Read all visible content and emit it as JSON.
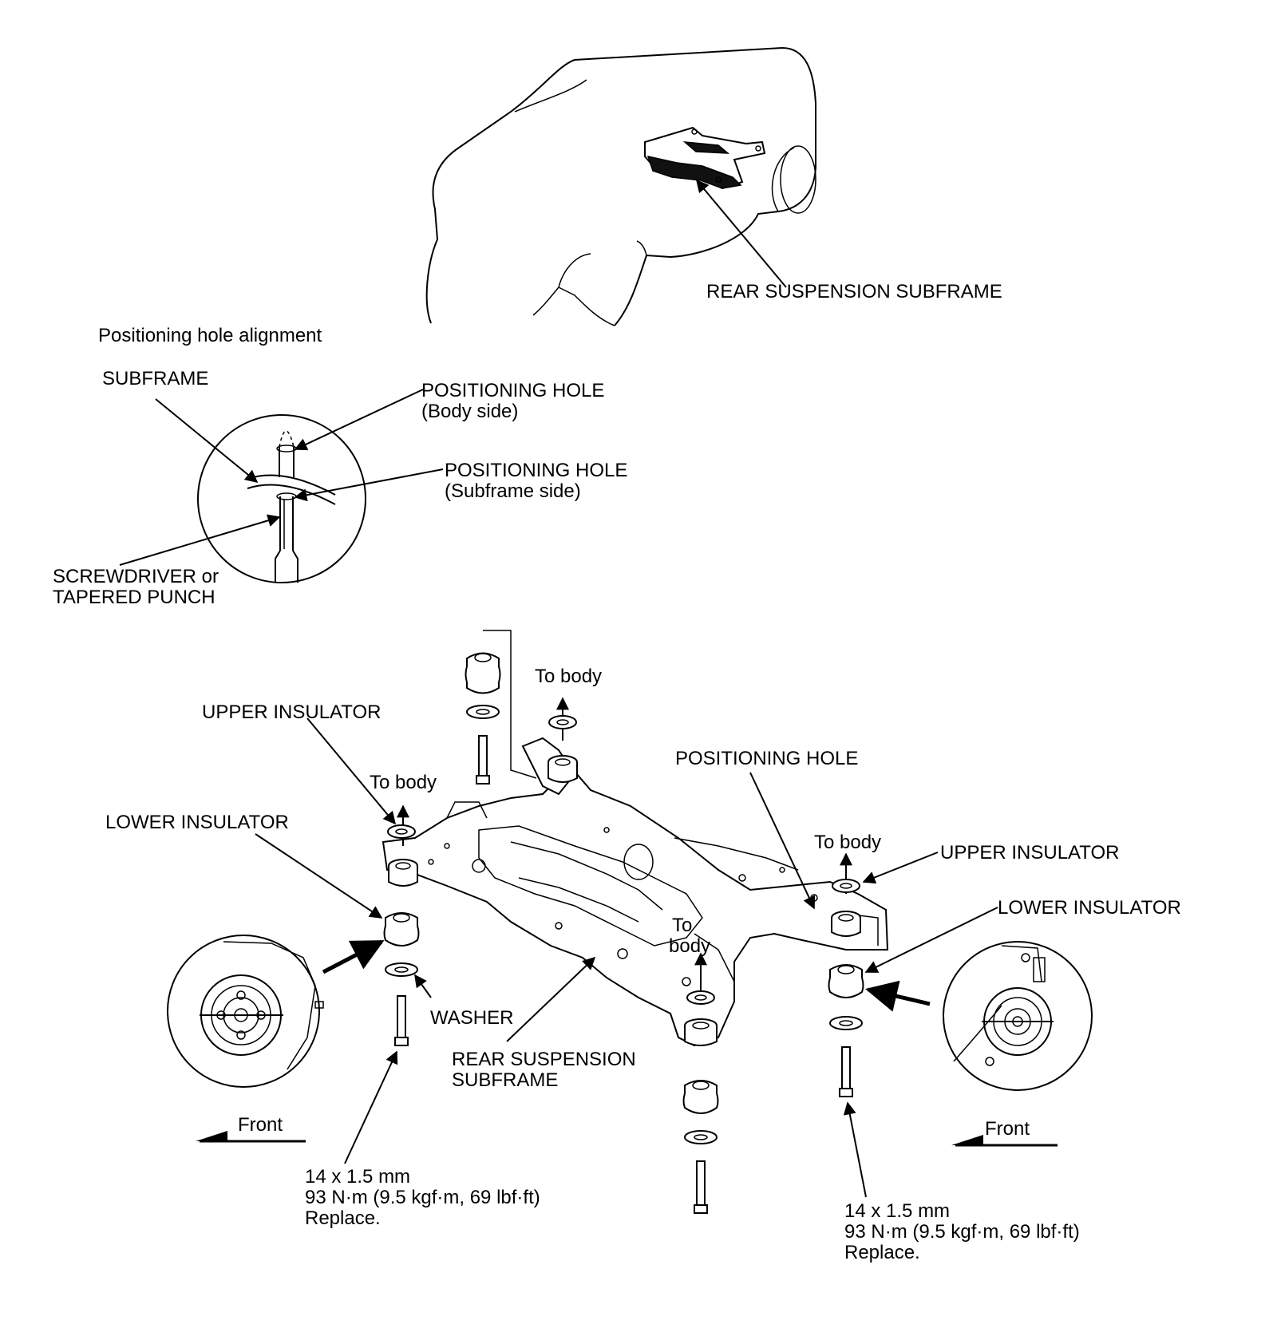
{
  "labels": {
    "vehicle_subframe": "REAR SUSPENSION SUBFRAME",
    "detail_title": "Positioning hole alignment",
    "subframe": "SUBFRAME",
    "pos_hole_body_1": "POSITIONING HOLE",
    "pos_hole_body_2": "(Body side)",
    "pos_hole_sub_1": "POSITIONING HOLE",
    "pos_hole_sub_2": "(Subframe side)",
    "screwdriver_1": "SCREWDRIVER or",
    "screwdriver_2": "TAPERED PUNCH",
    "to_body_top": "To body",
    "upper_insulator_left": "UPPER INSULATOR",
    "to_body_left": "To body",
    "lower_insulator_left": "LOWER INSULATOR",
    "positioning_hole": "POSITIONING HOLE",
    "to_body_right": "To body",
    "upper_insulator_right": "UPPER INSULATOR",
    "lower_insulator_right": "LOWER INSULATOR",
    "to_body_center_1": "To",
    "to_body_center_2": "body",
    "washer": "WASHER",
    "rear_subframe_1": "REAR SUSPENSION",
    "rear_subframe_2": "SUBFRAME",
    "front_left": "Front",
    "front_right": "Front",
    "bolt_left_1": "14 x 1.5 mm",
    "bolt_left_2": "93 N·m (9.5 kgf·m, 69 lbf·ft)",
    "bolt_left_3": "Replace.",
    "bolt_right_1": "14 x 1.5 mm",
    "bolt_right_2": "93 N·m (9.5 kgf·m, 69 lbf·ft)",
    "bolt_right_3": "Replace."
  }
}
